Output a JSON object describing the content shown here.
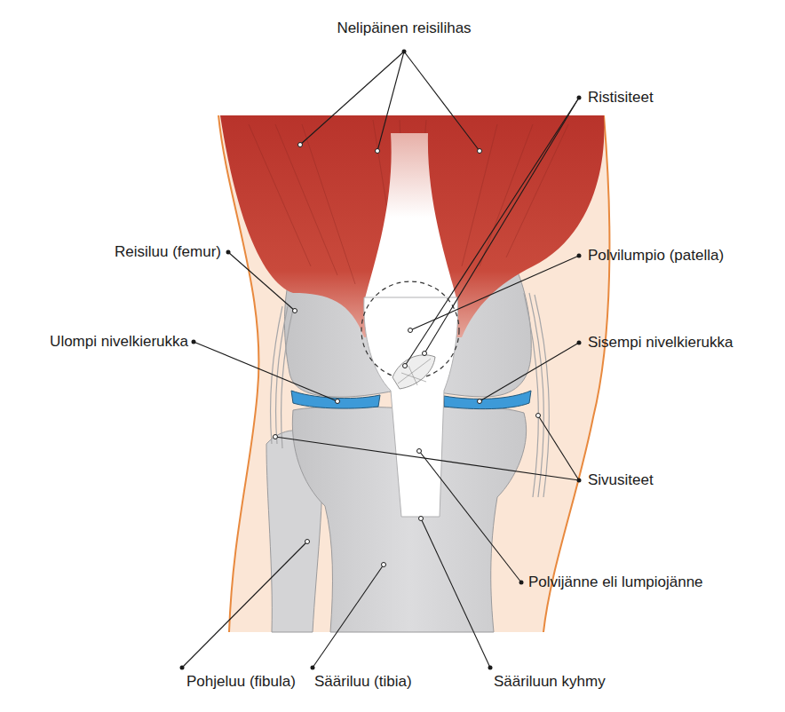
{
  "diagram": {
    "labels": [
      "Nelipäinen reisilihas",
      "Ristisiteet",
      "Reisiluu (femur)",
      "Polvilumpio (patella)",
      "Ulompi nivelkierukka",
      "Sisempi nivelkierukka",
      "Sivusiteet",
      "Polvijänne eli lumpiojänne",
      "Pohjeluu (fibula)",
      "Sääriluu (tibia)",
      "Sääriluun kyhmy"
    ]
  }
}
